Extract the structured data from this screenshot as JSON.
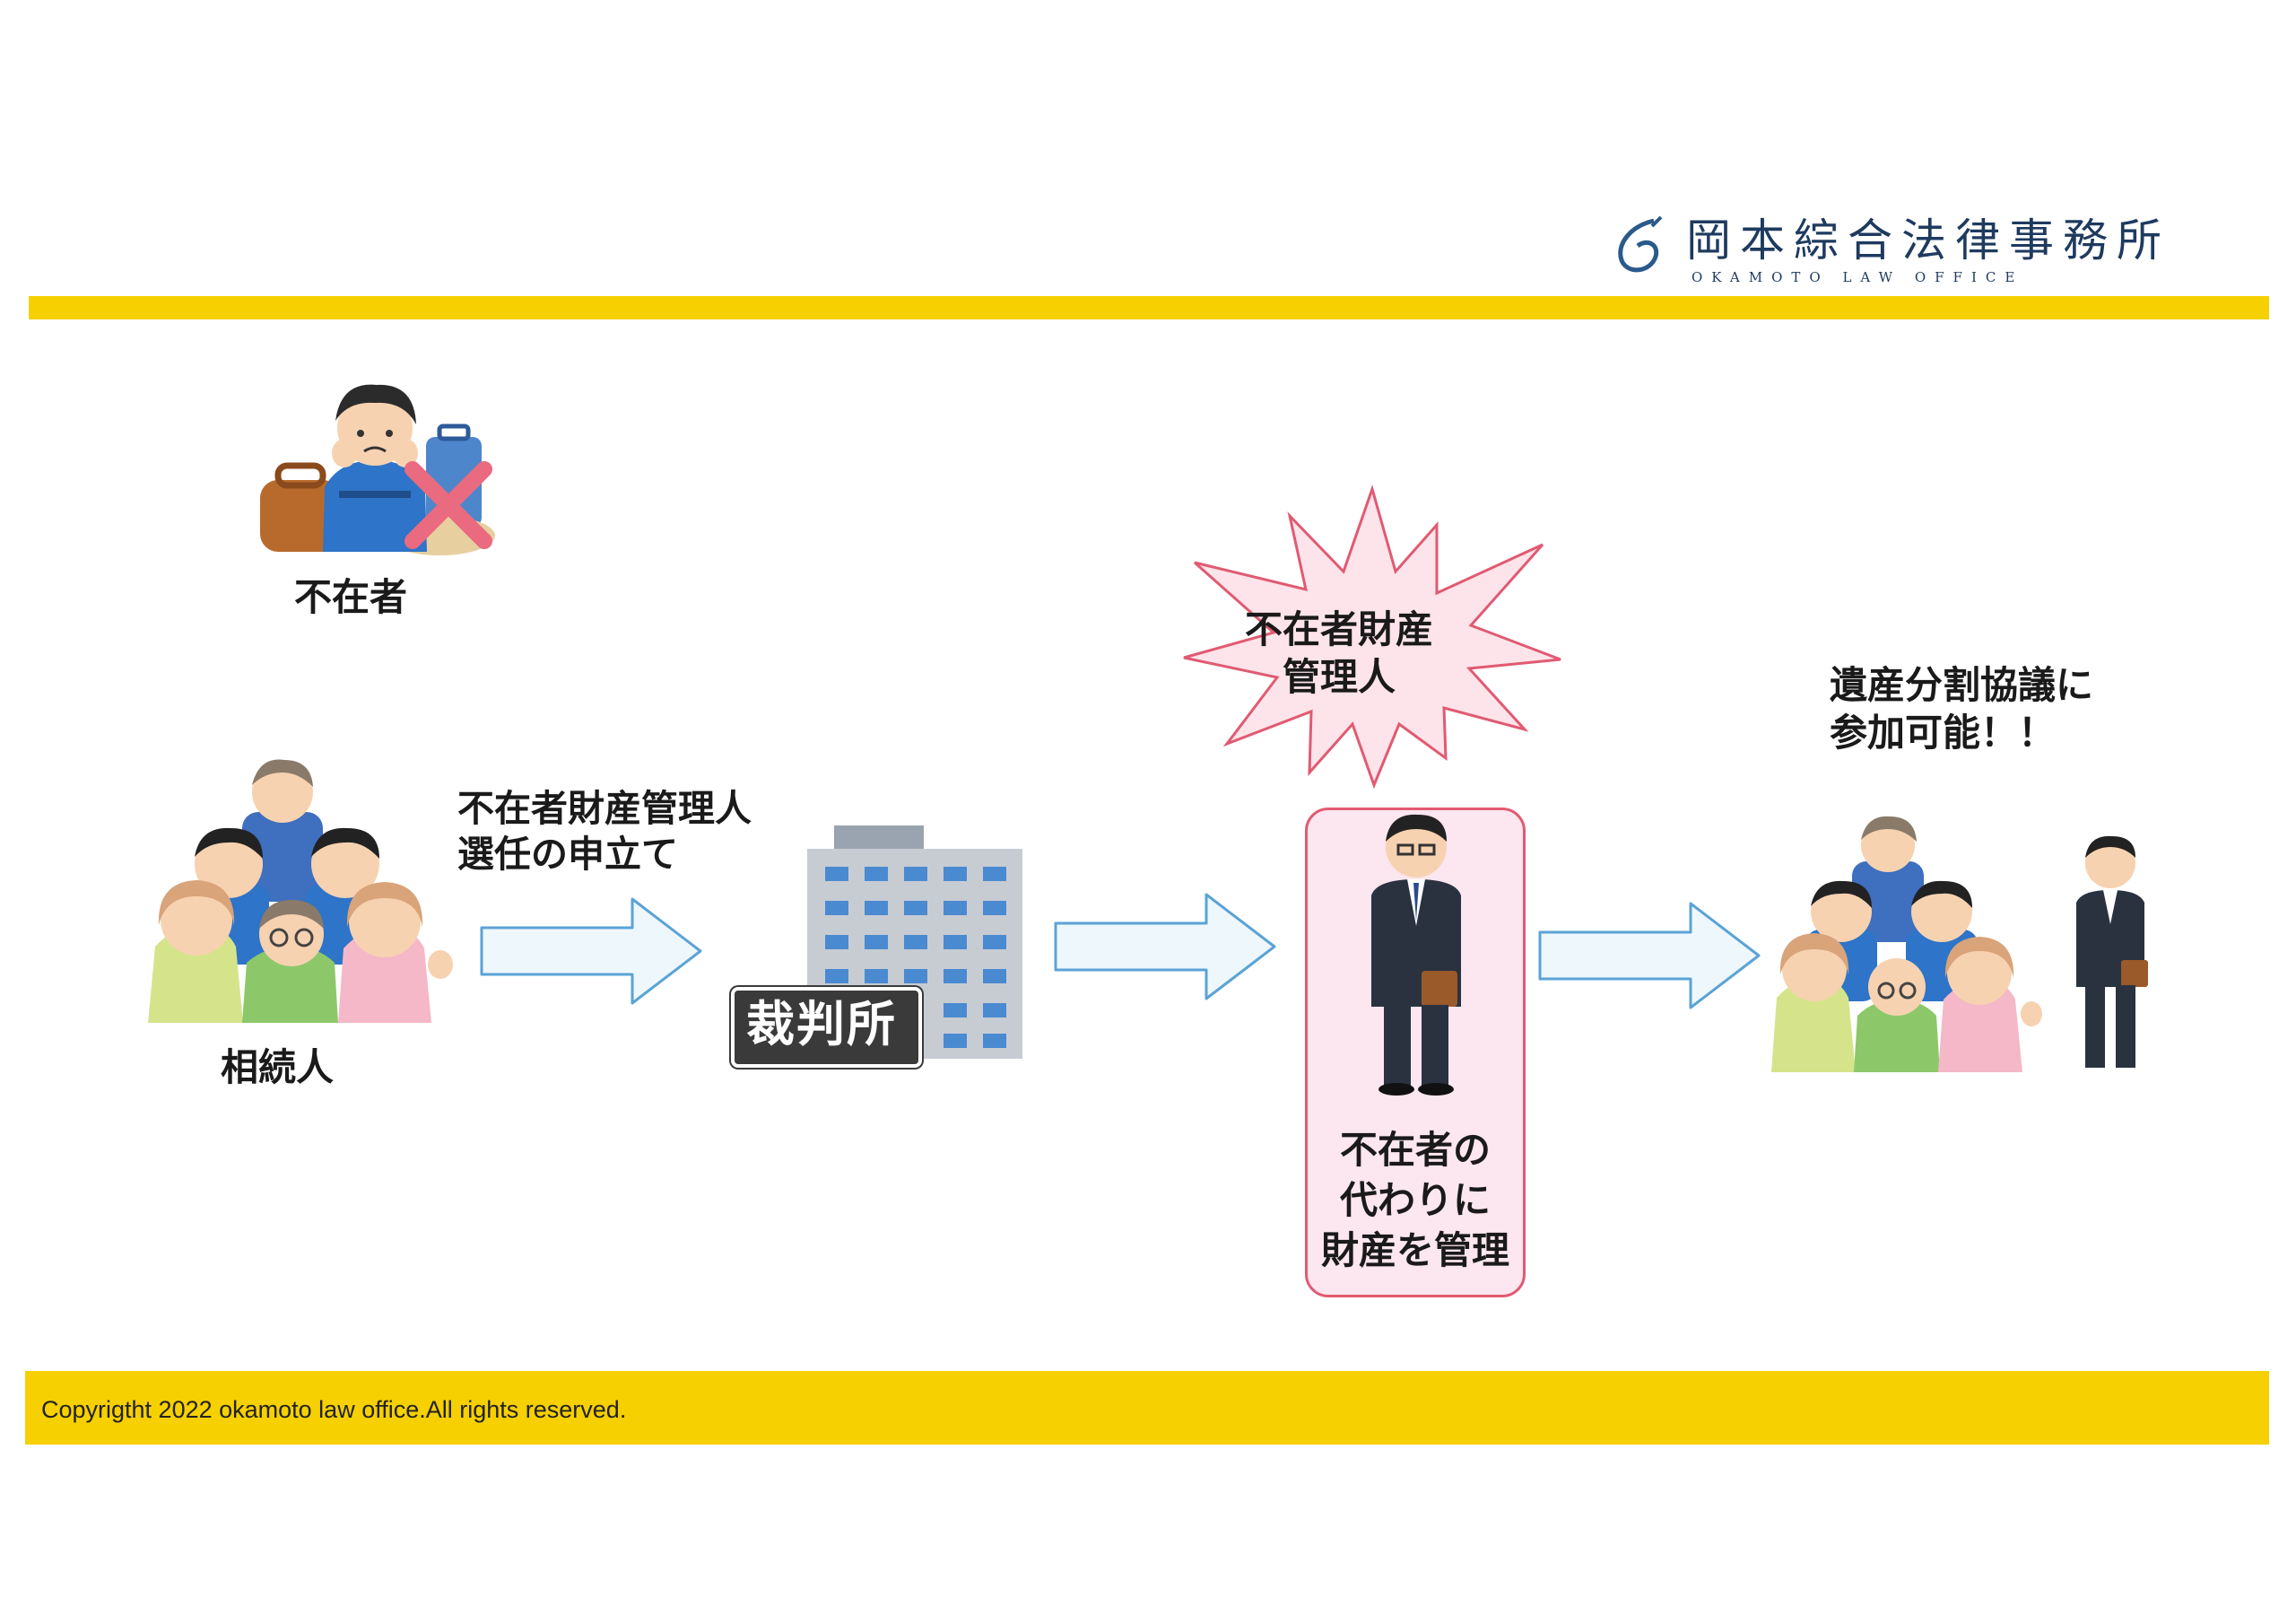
{
  "brand": {
    "name_jp": "岡本綜合法律事務所",
    "name_en": "OKAMOTO LAW OFFICE"
  },
  "colors": {
    "band": "#f6d000",
    "arrow_fill": "#eef7fc",
    "arrow_stroke": "#5aa3d6",
    "burst_fill": "#fde4ea",
    "burst_stroke": "#e15a72",
    "box_fill": "#fce6ef",
    "box_stroke": "#e15a72"
  },
  "diagram": {
    "absentee_label": "不在者",
    "heirs_label": "相続人",
    "petition": {
      "line1": "不在者財産管理人",
      "line2": "選任の申立て"
    },
    "court_sign": "裁判所",
    "manager_title": {
      "line1": "不在者財産",
      "line2": "管理人"
    },
    "manager_role": {
      "line1": "不在者の",
      "line2": "代わりに",
      "line3": "財産を管理"
    },
    "result": {
      "line1": "遺産分割協議に",
      "line2": "参加可能！！"
    }
  },
  "footer": {
    "copyright": "Copyrigtht 2022 okamoto law office.All rights reserved."
  }
}
